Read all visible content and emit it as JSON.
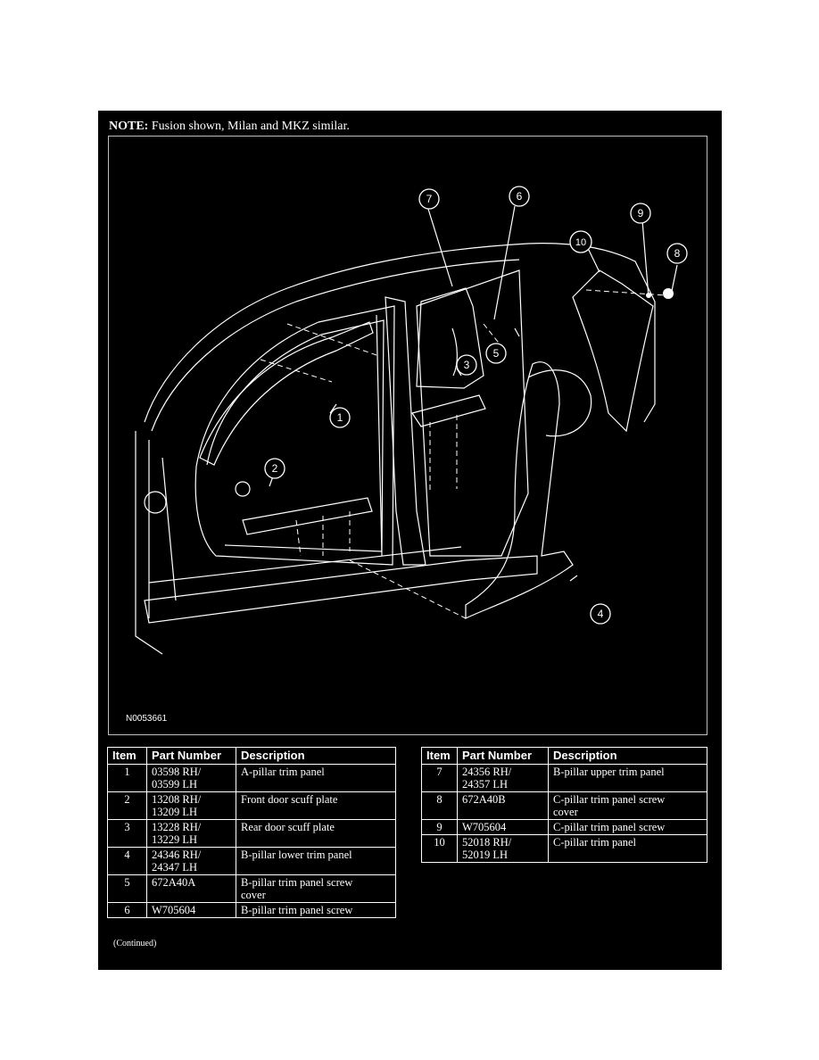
{
  "note": {
    "label": "NOTE:",
    "text": " Fusion shown, Milan and MKZ similar."
  },
  "figure": {
    "id": "N0053661",
    "callouts": [
      "1",
      "2",
      "3",
      "4",
      "5",
      "6",
      "7",
      "8",
      "9",
      "10"
    ]
  },
  "table_left": {
    "headers": [
      "Item",
      "Part Number",
      "Description"
    ],
    "rows": [
      {
        "item": "1",
        "part": "03598 RH/\n03599 LH",
        "desc": "A-pillar trim panel"
      },
      {
        "item": "2",
        "part": "13208 RH/\n13209 LH",
        "desc": "Front door scuff plate"
      },
      {
        "item": "3",
        "part": "13228 RH/\n13229 LH",
        "desc": "Rear door scuff plate"
      },
      {
        "item": "4",
        "part": "24346 RH/\n24347 LH",
        "desc": "B-pillar lower trim panel"
      },
      {
        "item": "5",
        "part": "672A40A",
        "desc": "B-pillar trim panel screw\ncover"
      },
      {
        "item": "6",
        "part": "W705604",
        "desc": "B-pillar trim panel screw"
      }
    ]
  },
  "table_right": {
    "headers": [
      "Item",
      "Part Number",
      "Description"
    ],
    "rows": [
      {
        "item": "7",
        "part": "24356 RH/\n24357 LH",
        "desc": "B-pillar upper trim panel"
      },
      {
        "item": "8",
        "part": "672A40B",
        "desc": "C-pillar trim panel screw\ncover"
      },
      {
        "item": "9",
        "part": "W705604",
        "desc": "C-pillar trim panel screw"
      },
      {
        "item": "10",
        "part": "52018 RH/\n52019 LH",
        "desc": "C-pillar trim panel"
      }
    ]
  },
  "continued": "(Continued)"
}
